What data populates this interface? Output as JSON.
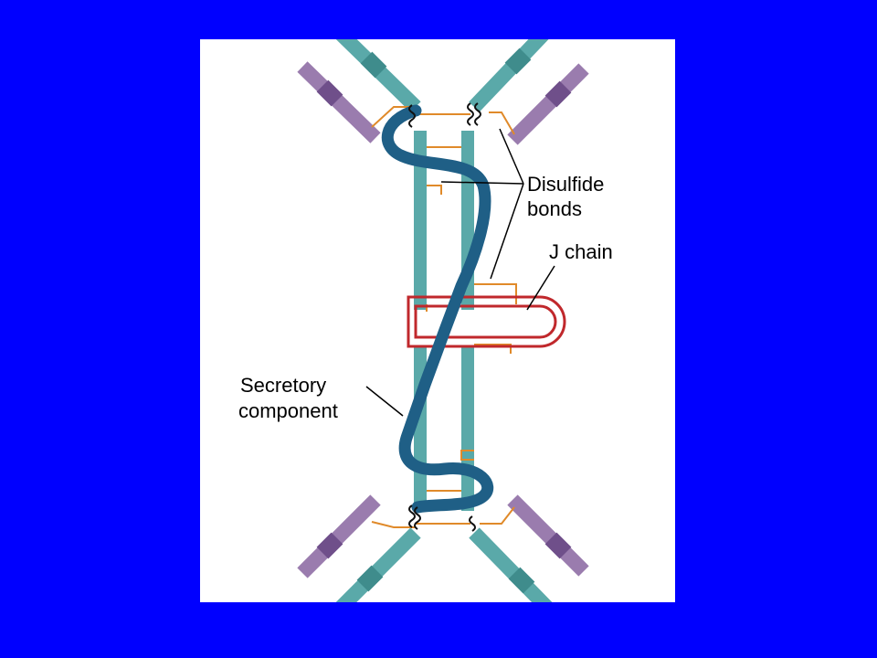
{
  "diagram": {
    "labels": {
      "disulfide_line1": "Disulfide",
      "disulfide_line2": "bonds",
      "j_chain": "J chain",
      "secretory_line1": "Secretory",
      "secretory_line2": "component"
    },
    "colors": {
      "background": "#0000ff",
      "panel": "#ffffff",
      "heavy_chain": "#5aa9a9",
      "light_chain": "#9a7cae",
      "secretory_component": "#1f5f86",
      "j_chain": "#c0282c",
      "disulfide_bond": "#e08a2a"
    }
  }
}
